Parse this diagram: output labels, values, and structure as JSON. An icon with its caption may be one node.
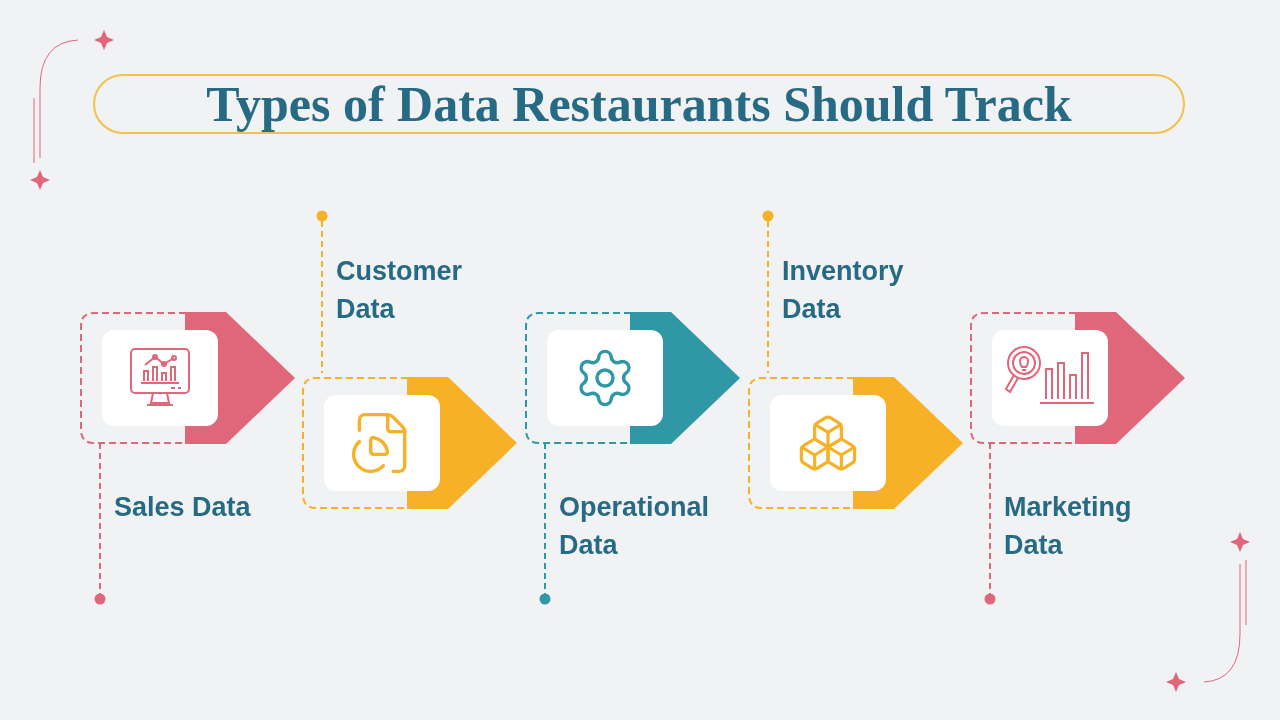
{
  "diagram": {
    "title": "Types of Data Restaurants Should Track",
    "nodes": [
      {
        "text": [
          "Sales Data"
        ]
      },
      {
        "text": [
          "Customer Data"
        ]
      },
      {
        "text": [
          "Operational Data"
        ]
      },
      {
        "text": [
          "Inventory Data"
        ]
      },
      {
        "text": [
          "Marketing Data"
        ]
      }
    ]
  }
}
